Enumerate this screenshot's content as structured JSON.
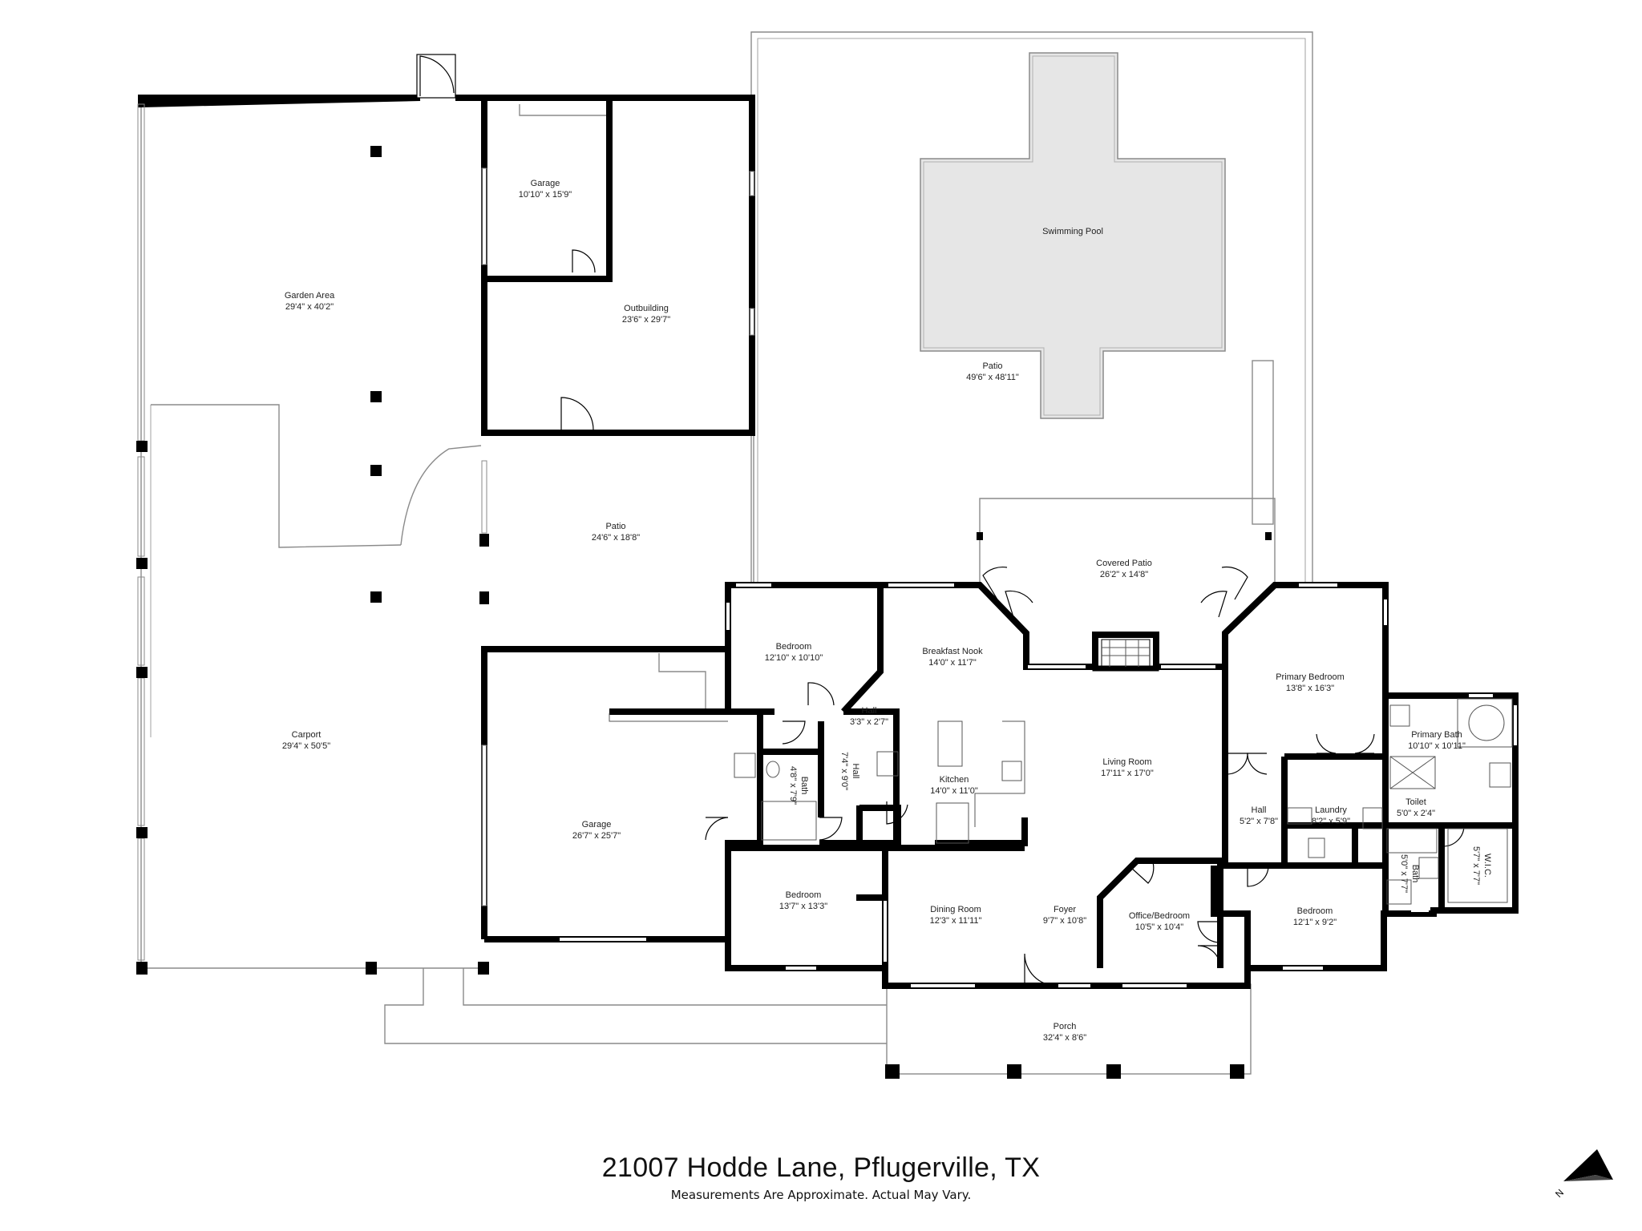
{
  "rooms": [
    {
      "id": "garden",
      "name": "Garden Area",
      "dims": "29'4\" x 40'2\""
    },
    {
      "id": "garage-small",
      "name": "Garage",
      "dims": "10'10\" x 15'9\""
    },
    {
      "id": "outbuilding",
      "name": "Outbuilding",
      "dims": "23'6\" x 29'7\""
    },
    {
      "id": "pool",
      "name": "Swimming Pool",
      "dims": ""
    },
    {
      "id": "patio-back",
      "name": "Patio",
      "dims": "49'6\" x 48'11\""
    },
    {
      "id": "patio-side",
      "name": "Patio",
      "dims": "24'6\" x 18'8\""
    },
    {
      "id": "covered-patio",
      "name": "Covered Patio",
      "dims": "26'2\" x 14'8\""
    },
    {
      "id": "carport",
      "name": "Carport",
      "dims": "29'4\" x 50'5\""
    },
    {
      "id": "bedroom-1",
      "name": "Bedroom",
      "dims": "12'10\" x 10'10\""
    },
    {
      "id": "breakfast-nook",
      "name": "Breakfast Nook",
      "dims": "14'0\" x 11'7\""
    },
    {
      "id": "primary-bedroom",
      "name": "Primary Bedroom",
      "dims": "13'8\" x 16'3\""
    },
    {
      "id": "hall-1",
      "name": "Hall",
      "dims": "3'3\" x 2'7\""
    },
    {
      "id": "primary-bath",
      "name": "Primary Bath",
      "dims": "10'10\" x 10'11\""
    },
    {
      "id": "kitchen",
      "name": "Kitchen",
      "dims": "14'0\" x 11'0\""
    },
    {
      "id": "living-room",
      "name": "Living Room",
      "dims": "17'11\" x 17'0\""
    },
    {
      "id": "garage-large",
      "name": "Garage",
      "dims": "26'7\" x 25'7\""
    },
    {
      "id": "hall-3",
      "name": "Hall",
      "dims": "5'2\" x 7'8\""
    },
    {
      "id": "laundry",
      "name": "Laundry",
      "dims": "8'2\" x 5'9\""
    },
    {
      "id": "toilet",
      "name": "Toilet",
      "dims": "5'0\" x 2'4\""
    },
    {
      "id": "bedroom-2",
      "name": "Bedroom",
      "dims": "13'7\" x 13'3\""
    },
    {
      "id": "dining-room",
      "name": "Dining Room",
      "dims": "12'3\" x 11'11\""
    },
    {
      "id": "foyer",
      "name": "Foyer",
      "dims": "9'7\" x 10'8\""
    },
    {
      "id": "office-bedroom",
      "name": "Office/Bedroom",
      "dims": "10'5\" x 10'4\""
    },
    {
      "id": "bedroom-3",
      "name": "Bedroom",
      "dims": "12'1\" x 9'2\""
    },
    {
      "id": "porch",
      "name": "Porch",
      "dims": "32'4\" x 8'6\""
    }
  ],
  "rotated_rooms": [
    {
      "id": "hall-2",
      "name": "Hall",
      "dims": "7'4\" x 9'0\""
    },
    {
      "id": "bath-1",
      "name": "Bath",
      "dims": "4'8\" x 7'9\""
    },
    {
      "id": "bath-2",
      "name": "Bath",
      "dims": "5'0\" x 7'7\""
    },
    {
      "id": "wic",
      "name": "W.I.C.",
      "dims": "5'7\" x 7'7\""
    }
  ],
  "footer": {
    "address": "21007 Hodde Lane, Pflugerville, TX",
    "disclaimer": "Measurements Are Approximate. Actual May Vary."
  },
  "compass": {
    "label": "N",
    "icon": "north-arrow-icon"
  },
  "colors": {
    "wall": "#000000",
    "thin": "#8a8a8a",
    "pool_fill": "#e6e6e6",
    "background": "#ffffff"
  }
}
